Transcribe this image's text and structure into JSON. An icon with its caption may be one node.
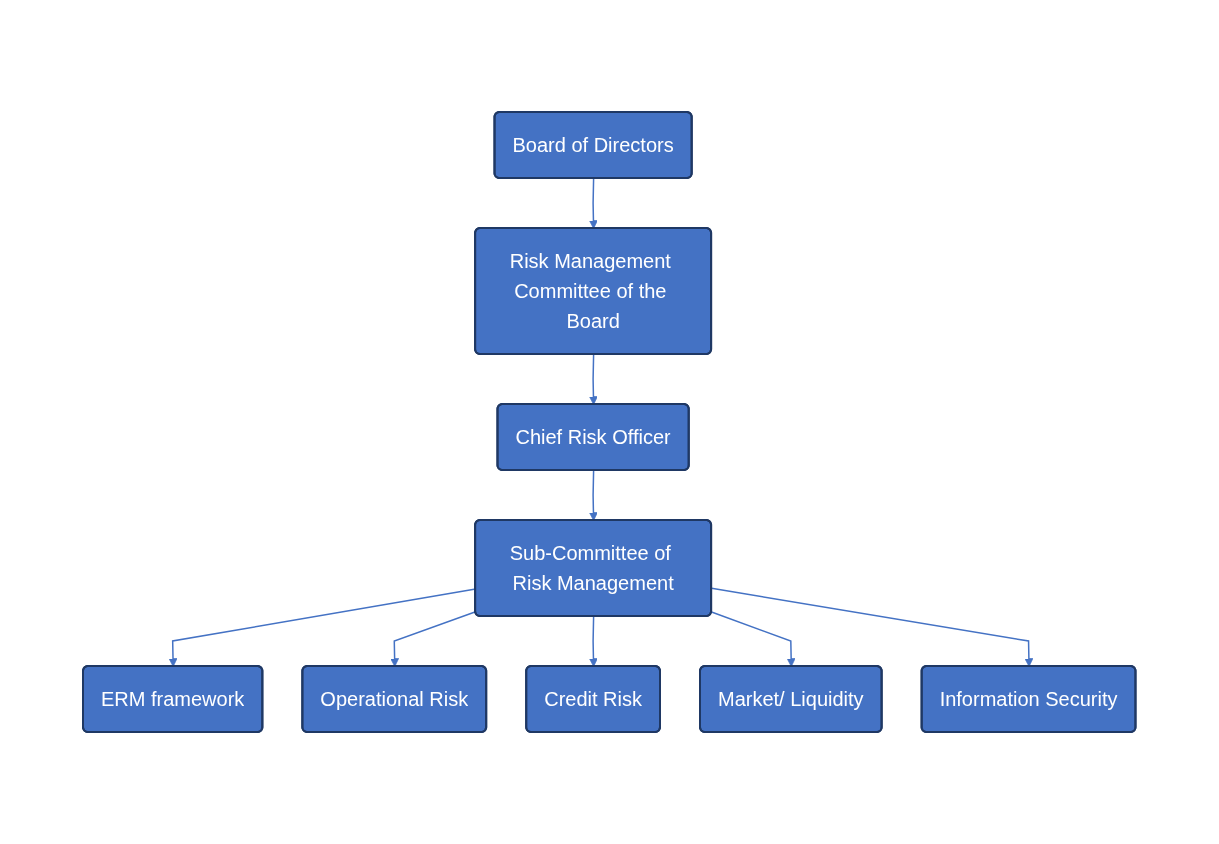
{
  "diagram": {
    "nodes": [
      {
        "text": [
          "Board of Directors"
        ]
      },
      {
        "text": [
          "Risk Management Committee of the Board"
        ]
      },
      {
        "text": [
          "Chief Risk Officer"
        ]
      },
      {
        "text": [
          "Sub-Committee of Risk Management"
        ]
      },
      {
        "text": [
          "ERM framework"
        ]
      },
      {
        "text": [
          "Operational Risk"
        ]
      },
      {
        "text": [
          "Credit Risk"
        ]
      },
      {
        "text": [
          "Market/ Liquidity"
        ]
      },
      {
        "text": [
          "Information Security"
        ]
      }
    ],
    "edges": [
      {
        "from": 0,
        "to": 1,
        "arrow": "to"
      },
      {
        "from": 1,
        "to": 2,
        "arrow": "to"
      },
      {
        "from": 2,
        "to": 3,
        "arrow": "to"
      },
      {
        "from": 3,
        "to": 4,
        "arrow": "to"
      },
      {
        "from": 3,
        "to": 5,
        "arrow": "to"
      },
      {
        "from": 3,
        "to": 6,
        "arrow": "to"
      },
      {
        "from": 3,
        "to": 7,
        "arrow": "to"
      },
      {
        "from": 3,
        "to": 8,
        "arrow": "to"
      }
    ]
  }
}
